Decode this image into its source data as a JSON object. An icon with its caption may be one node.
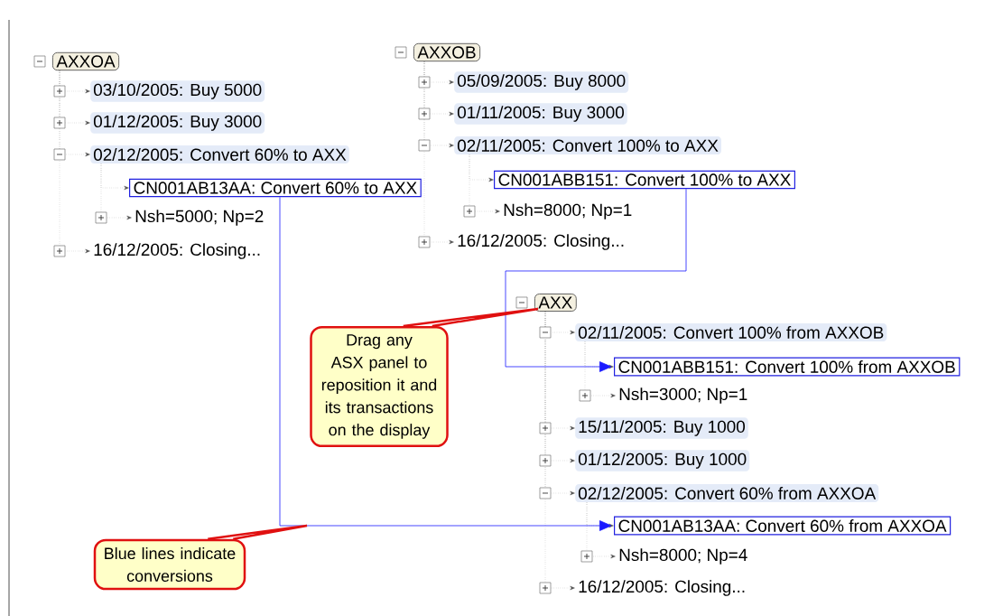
{
  "diagram": {
    "nodes": [
      {
        "text": [
          "AXXOA"
        ]
      },
      {
        "text": [
          "03/10/2005: Buy 5000"
        ]
      },
      {
        "text": [
          "01/12/2005: Buy 3000"
        ]
      },
      {
        "text": [
          "02/12/2005: Convert 60% to AXX"
        ]
      },
      {
        "text": [
          "CN001AB13AA: Convert 60% to AXX"
        ]
      },
      {
        "text": [
          "Nsh=5000; Np=2"
        ]
      },
      {
        "text": [
          "16/12/2005: Closing..."
        ]
      },
      {
        "text": [
          "AXXOB"
        ]
      },
      {
        "text": [
          "05/09/2005: Buy 8000"
        ]
      },
      {
        "text": [
          "01/11/2005: Buy 3000"
        ]
      },
      {
        "text": [
          "02/11/2005: Convert 100% to AXX"
        ]
      },
      {
        "text": [
          "CN001ABB151: Convert 100% to AXX"
        ]
      },
      {
        "text": [
          "Nsh=8000; Np=1"
        ]
      },
      {
        "text": [
          "16/12/2005: Closing..."
        ]
      },
      {
        "text": [
          "AXX"
        ]
      },
      {
        "text": [
          "02/11/2005: Convert 100% from AXXOB"
        ]
      },
      {
        "text": [
          "CN001ABB151: Convert 100% from AXXOB"
        ]
      },
      {
        "text": [
          "Nsh=3000; Np=1"
        ]
      },
      {
        "text": [
          "15/11/2005: Buy 1000"
        ]
      },
      {
        "text": [
          "01/12/2005: Buy 1000"
        ]
      },
      {
        "text": [
          "02/12/2005: Convert 60% from AXXOA"
        ]
      },
      {
        "text": [
          "CN001AB13AA: Convert 60% from AXXOA"
        ]
      },
      {
        "text": [
          "Nsh=8000; Np=4"
        ]
      },
      {
        "text": [
          "16/12/2005: Closing..."
        ]
      },
      {
        "text": [
          "Drag any ASX panel to reposition it and its transactions on the display"
        ]
      },
      {
        "text": [
          "Blue lines indicate conversions"
        ]
      }
    ],
    "edges": [
      {
        "from": 0,
        "to": 1,
        "arrow": "to",
        "style": "dashed"
      },
      {
        "from": 0,
        "to": 2,
        "arrow": "to",
        "style": "dashed"
      },
      {
        "from": 0,
        "to": 3,
        "arrow": "to",
        "style": "dashed"
      },
      {
        "from": 0,
        "to": 6,
        "arrow": "to",
        "style": "dashed"
      },
      {
        "from": 3,
        "to": 4,
        "arrow": "to",
        "style": "dashed"
      },
      {
        "from": 3,
        "to": 5,
        "arrow": "to",
        "style": "dashed"
      },
      {
        "from": 7,
        "to": 8,
        "arrow": "to",
        "style": "dashed"
      },
      {
        "from": 7,
        "to": 9,
        "arrow": "to",
        "style": "dashed"
      },
      {
        "from": 7,
        "to": 10,
        "arrow": "to",
        "style": "dashed"
      },
      {
        "from": 7,
        "to": 13,
        "arrow": "to",
        "style": "dashed"
      },
      {
        "from": 10,
        "to": 11,
        "arrow": "to",
        "style": "dashed"
      },
      {
        "from": 10,
        "to": 12,
        "arrow": "to",
        "style": "dashed"
      },
      {
        "from": 14,
        "to": 15,
        "arrow": "to",
        "style": "dashed"
      },
      {
        "from": 14,
        "to": 18,
        "arrow": "to",
        "style": "dashed"
      },
      {
        "from": 14,
        "to": 19,
        "arrow": "to",
        "style": "dashed"
      },
      {
        "from": 14,
        "to": 20,
        "arrow": "to",
        "style": "dashed"
      },
      {
        "from": 14,
        "to": 23,
        "arrow": "to",
        "style": "dashed"
      },
      {
        "from": 15,
        "to": 16,
        "arrow": "to",
        "style": "dashed"
      },
      {
        "from": 15,
        "to": 17,
        "arrow": "to",
        "style": "dashed"
      },
      {
        "from": 20,
        "to": 21,
        "arrow": "to",
        "style": "dashed"
      },
      {
        "from": 20,
        "to": 22,
        "arrow": "to",
        "style": "dashed"
      },
      {
        "from": 11,
        "to": 16,
        "arrow": "to",
        "color": "#1a1aff"
      },
      {
        "from": 4,
        "to": 21,
        "arrow": "to",
        "color": "#1a1aff"
      },
      {
        "from": 24,
        "to": 14,
        "arrow": "none",
        "style": "thick",
        "color": "#e01010"
      },
      {
        "from": 25,
        "to": null,
        "arrow": "none",
        "style": "thick",
        "color": "#e01010"
      }
    ]
  }
}
